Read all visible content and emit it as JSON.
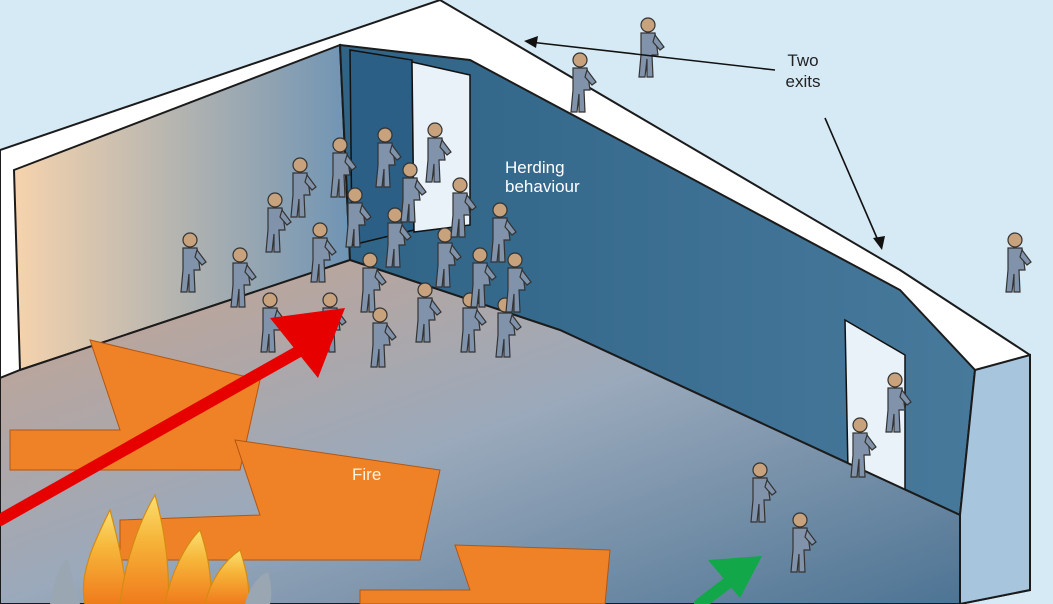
{
  "labels": {
    "exits_line1": "Two",
    "exits_line2": "exits",
    "herding_line1": "Herding",
    "herding_line2": "behaviour",
    "fire": "Fire"
  },
  "colors": {
    "background": "#d6eaf6",
    "back_wall": "#3f7396",
    "left_wall": "#f3d2b0",
    "floor": "#8ea2b6",
    "fire_arrow": "#ef8226",
    "red_arrow": "#e60000",
    "green_arrow": "#12a84a",
    "person": "#7d8ea6"
  },
  "icons": [
    "person-icon",
    "flame-icon",
    "arrow-icon"
  ]
}
